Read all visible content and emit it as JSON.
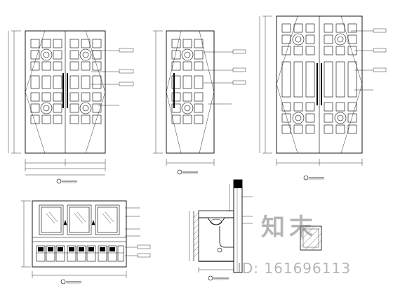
{
  "drawing": {
    "type": "architectural elevation sheet",
    "line_color": "#000000",
    "background": "#ffffff"
  },
  "watermark": {
    "brand": "知末",
    "id": "ID: 161696113",
    "color": "#8a8a8a"
  }
}
